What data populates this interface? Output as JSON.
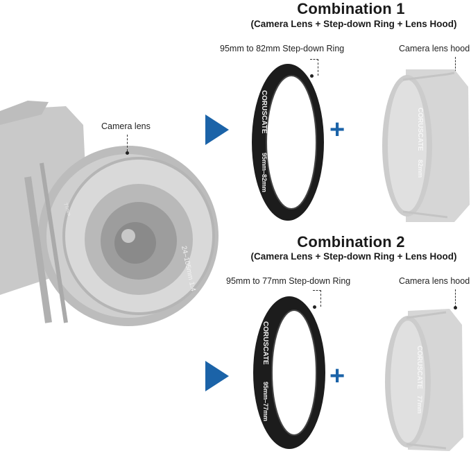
{
  "combination1": {
    "title": "Combination 1",
    "subtitle": "(Camera Lens + Step-down Ring + Lens Hood)",
    "ring_label": "95mm to 82mm Step-down Ring",
    "hood_label": "Camera lens hood",
    "ring_print_brand": "CORUSCATE",
    "ring_print_size": "95mm–82mm",
    "hood_print_brand": "CORUSCATE",
    "hood_print_size": "82mm"
  },
  "combination2": {
    "title": "Combination 2",
    "subtitle": "(Camera Lens + Step-down Ring + Lens Hood)",
    "ring_label": "95mm to 77mm Step-down Ring",
    "hood_label": "Camera lens hood",
    "ring_print_brand": "CORUSCATE",
    "ring_print_size": "95mm–77mm",
    "hood_print_brand": "CORUSCATE",
    "hood_print_size": "77mm"
  },
  "camera": {
    "label": "Camera lens",
    "lens_print": "24–105mm 1:4",
    "lens_size_print": "77mm"
  },
  "symbols": {
    "plus": "+"
  },
  "colors": {
    "arrow": "#1b63a8",
    "plus": "#1b63a8",
    "ring": "#1c1c1c",
    "hood": "#d4d4d4",
    "camera": "#c8c8c8"
  }
}
